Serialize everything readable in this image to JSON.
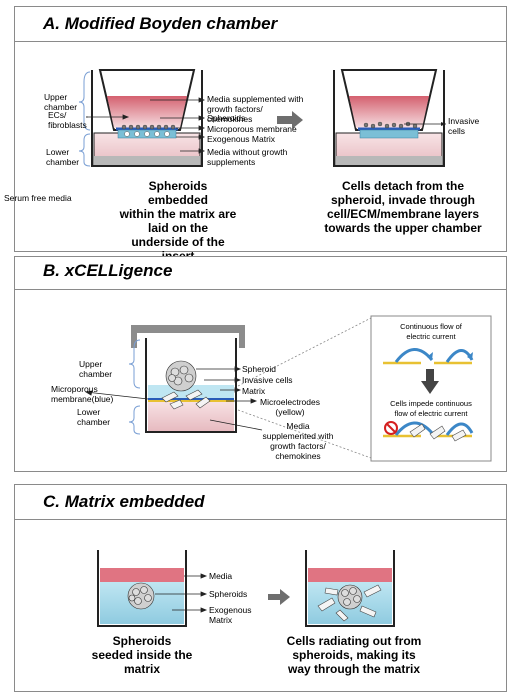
{
  "panels": {
    "a": {
      "title": "A. Modified Boyden chamber",
      "labels": {
        "upper_chamber": "Upper\nchamber",
        "ecs_fibroblasts": "ECs/\nfibroblasts",
        "lower_chamber": "Lower\nchamber",
        "media_supplemented": "Media supplemented with\ngrowth factors/\nchemokines",
        "spheroids": "Spheroids",
        "microporous_membrane": "Microporous membrane",
        "exogenous_matrix": "Exogenous Matrix",
        "media_without": "Media without growth\nsupplements",
        "serum_free": "Serum free media",
        "invasive_cells": "Invasive\ncells"
      },
      "caption_left": "Spheroids\nembedded\nwithin the matrix are\nlaid on the\nunderside of the\ninsert",
      "caption_right": "Cells detach from the\nspheroid, invade through\ncell/ECM/membrane layers\ntowards the upper chamber"
    },
    "b": {
      "title": "B. xCELLigence",
      "labels": {
        "upper_chamber": "Upper\nchamber",
        "microporous_membrane": "Microporous\nmembrane(blue)",
        "lower_chamber": "Lower\nchamber",
        "spheroid": "Spheroid",
        "invasive_cells": "Invasive cells",
        "matrix": "Matrix",
        "microelectrodes": "Microelectrodes\n(yellow)",
        "media_supplemented": "Media\nsupplemented with\ngrowth factors/\nchemokines",
        "continuous_flow": "Continuous flow of\nelectric current",
        "cells_impede": "Cells impede continuous\nflow of electric current"
      }
    },
    "c": {
      "title": "C. Matrix embedded",
      "labels": {
        "media": "Media",
        "spheroids": "Spheroids",
        "exogenous_matrix": "Exogenous\nMatrix"
      },
      "caption_left": "Spheroids\nseeded inside the\nmatrix",
      "caption_right": "Cells radiating out from\nspheroids, making its\nway through the matrix"
    }
  },
  "colors": {
    "media_pink": "#d4606f",
    "matrix_blue": "#9fd3e6",
    "membrane_blue": "#2a5cb8",
    "electrode_yellow": "#e8c132",
    "gray": "#8c8c8c"
  }
}
